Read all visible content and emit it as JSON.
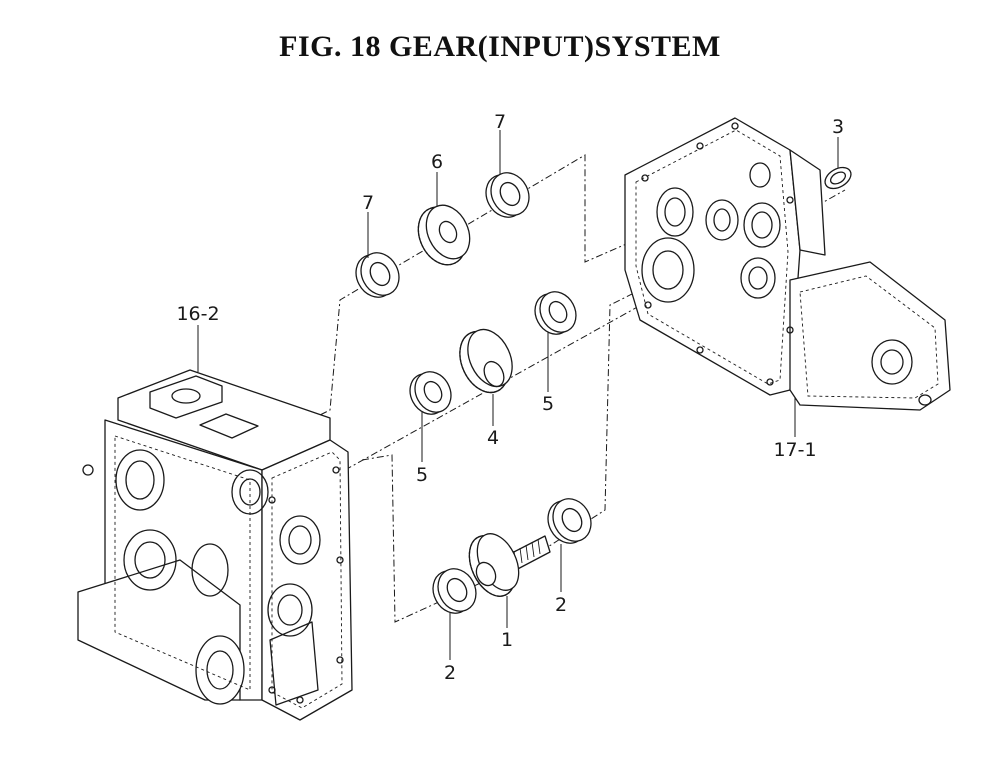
{
  "figure": {
    "title": "FIG. 18  GEAR(INPUT)SYSTEM"
  },
  "callouts": {
    "c1": "1",
    "c2a": "2",
    "c2b": "2",
    "c3": "3",
    "c4": "4",
    "c5a": "5",
    "c5b": "5",
    "c6": "6",
    "c7a": "7",
    "c7b": "7",
    "c16_2": "16-2",
    "c17_1": "17-1"
  }
}
